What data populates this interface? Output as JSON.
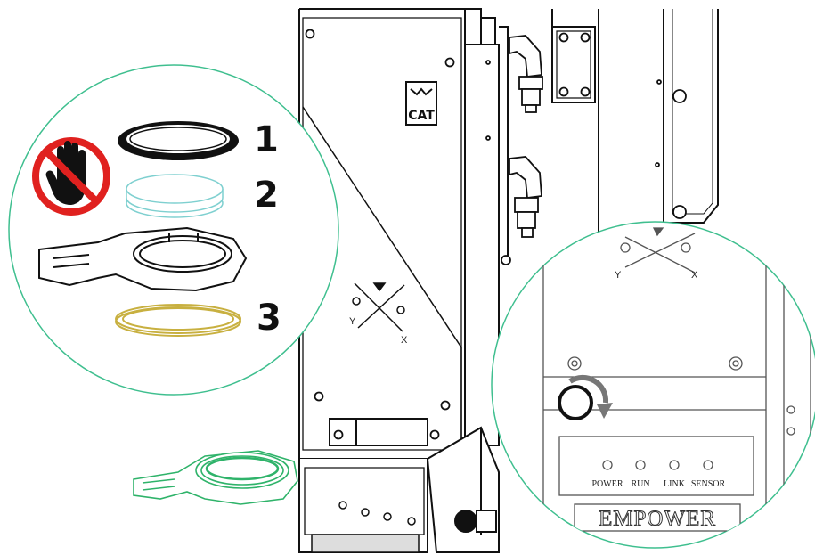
{
  "callouts": {
    "item1": "1",
    "item2": "2",
    "item3": "3"
  },
  "head_logo": "CAT",
  "axis": {
    "x": "X",
    "y": "Y"
  },
  "panel": {
    "leds": [
      "POWER",
      "RUN",
      "LINK",
      "SENSOR"
    ],
    "brand": "EMPOWER"
  },
  "colors": {
    "callout_border": "#3fbf8f",
    "lens_outline": "#7fd0d0",
    "gasket_outline": "#c8b040",
    "clamp_green": "#2fb36a",
    "prohibit_red": "#e0211f",
    "line_art": "#111111"
  },
  "icons": {
    "prohibit": "no-touch-hand-icon",
    "rotate": "rotate-clockwise-arrow-icon"
  }
}
